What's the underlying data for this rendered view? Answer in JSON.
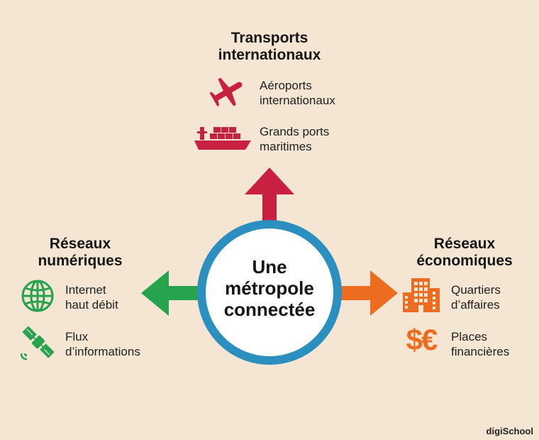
{
  "center": {
    "line1": "Une",
    "line2": "métropole",
    "line3": "connectée"
  },
  "transports": {
    "heading_line1": "Transports",
    "heading_line2": "internationaux",
    "items": [
      {
        "line1": "Aéroports",
        "line2": "internationaux",
        "icon": "airplane-icon"
      },
      {
        "line1": "Grands ports",
        "line2": "maritimes",
        "icon": "cargo-ship-icon"
      }
    ]
  },
  "numeriques": {
    "heading_line1": "Réseaux",
    "heading_line2": "numériques",
    "items": [
      {
        "line1": "Internet",
        "line2": "haut débit",
        "icon": "globe-icon"
      },
      {
        "line1": "Flux",
        "line2": "d’informations",
        "icon": "satellite-icon"
      }
    ]
  },
  "economiques": {
    "heading_line1": "Réseaux",
    "heading_line2": "économiques",
    "items": [
      {
        "line1": "Quartiers",
        "line2": "d’affaires",
        "icon": "office-buildings-icon"
      },
      {
        "line1": "Places",
        "line2": "financières",
        "icon": "currency-icon",
        "symbol": "$€"
      }
    ]
  },
  "colors": {
    "background": "#f4e6d2",
    "circle_ring": "#2b8fc0",
    "transport_red": "#c8203f",
    "numeric_green": "#27a24d",
    "economic_orange": "#ec6d1f"
  },
  "brand": {
    "name": "digiSchool"
  }
}
